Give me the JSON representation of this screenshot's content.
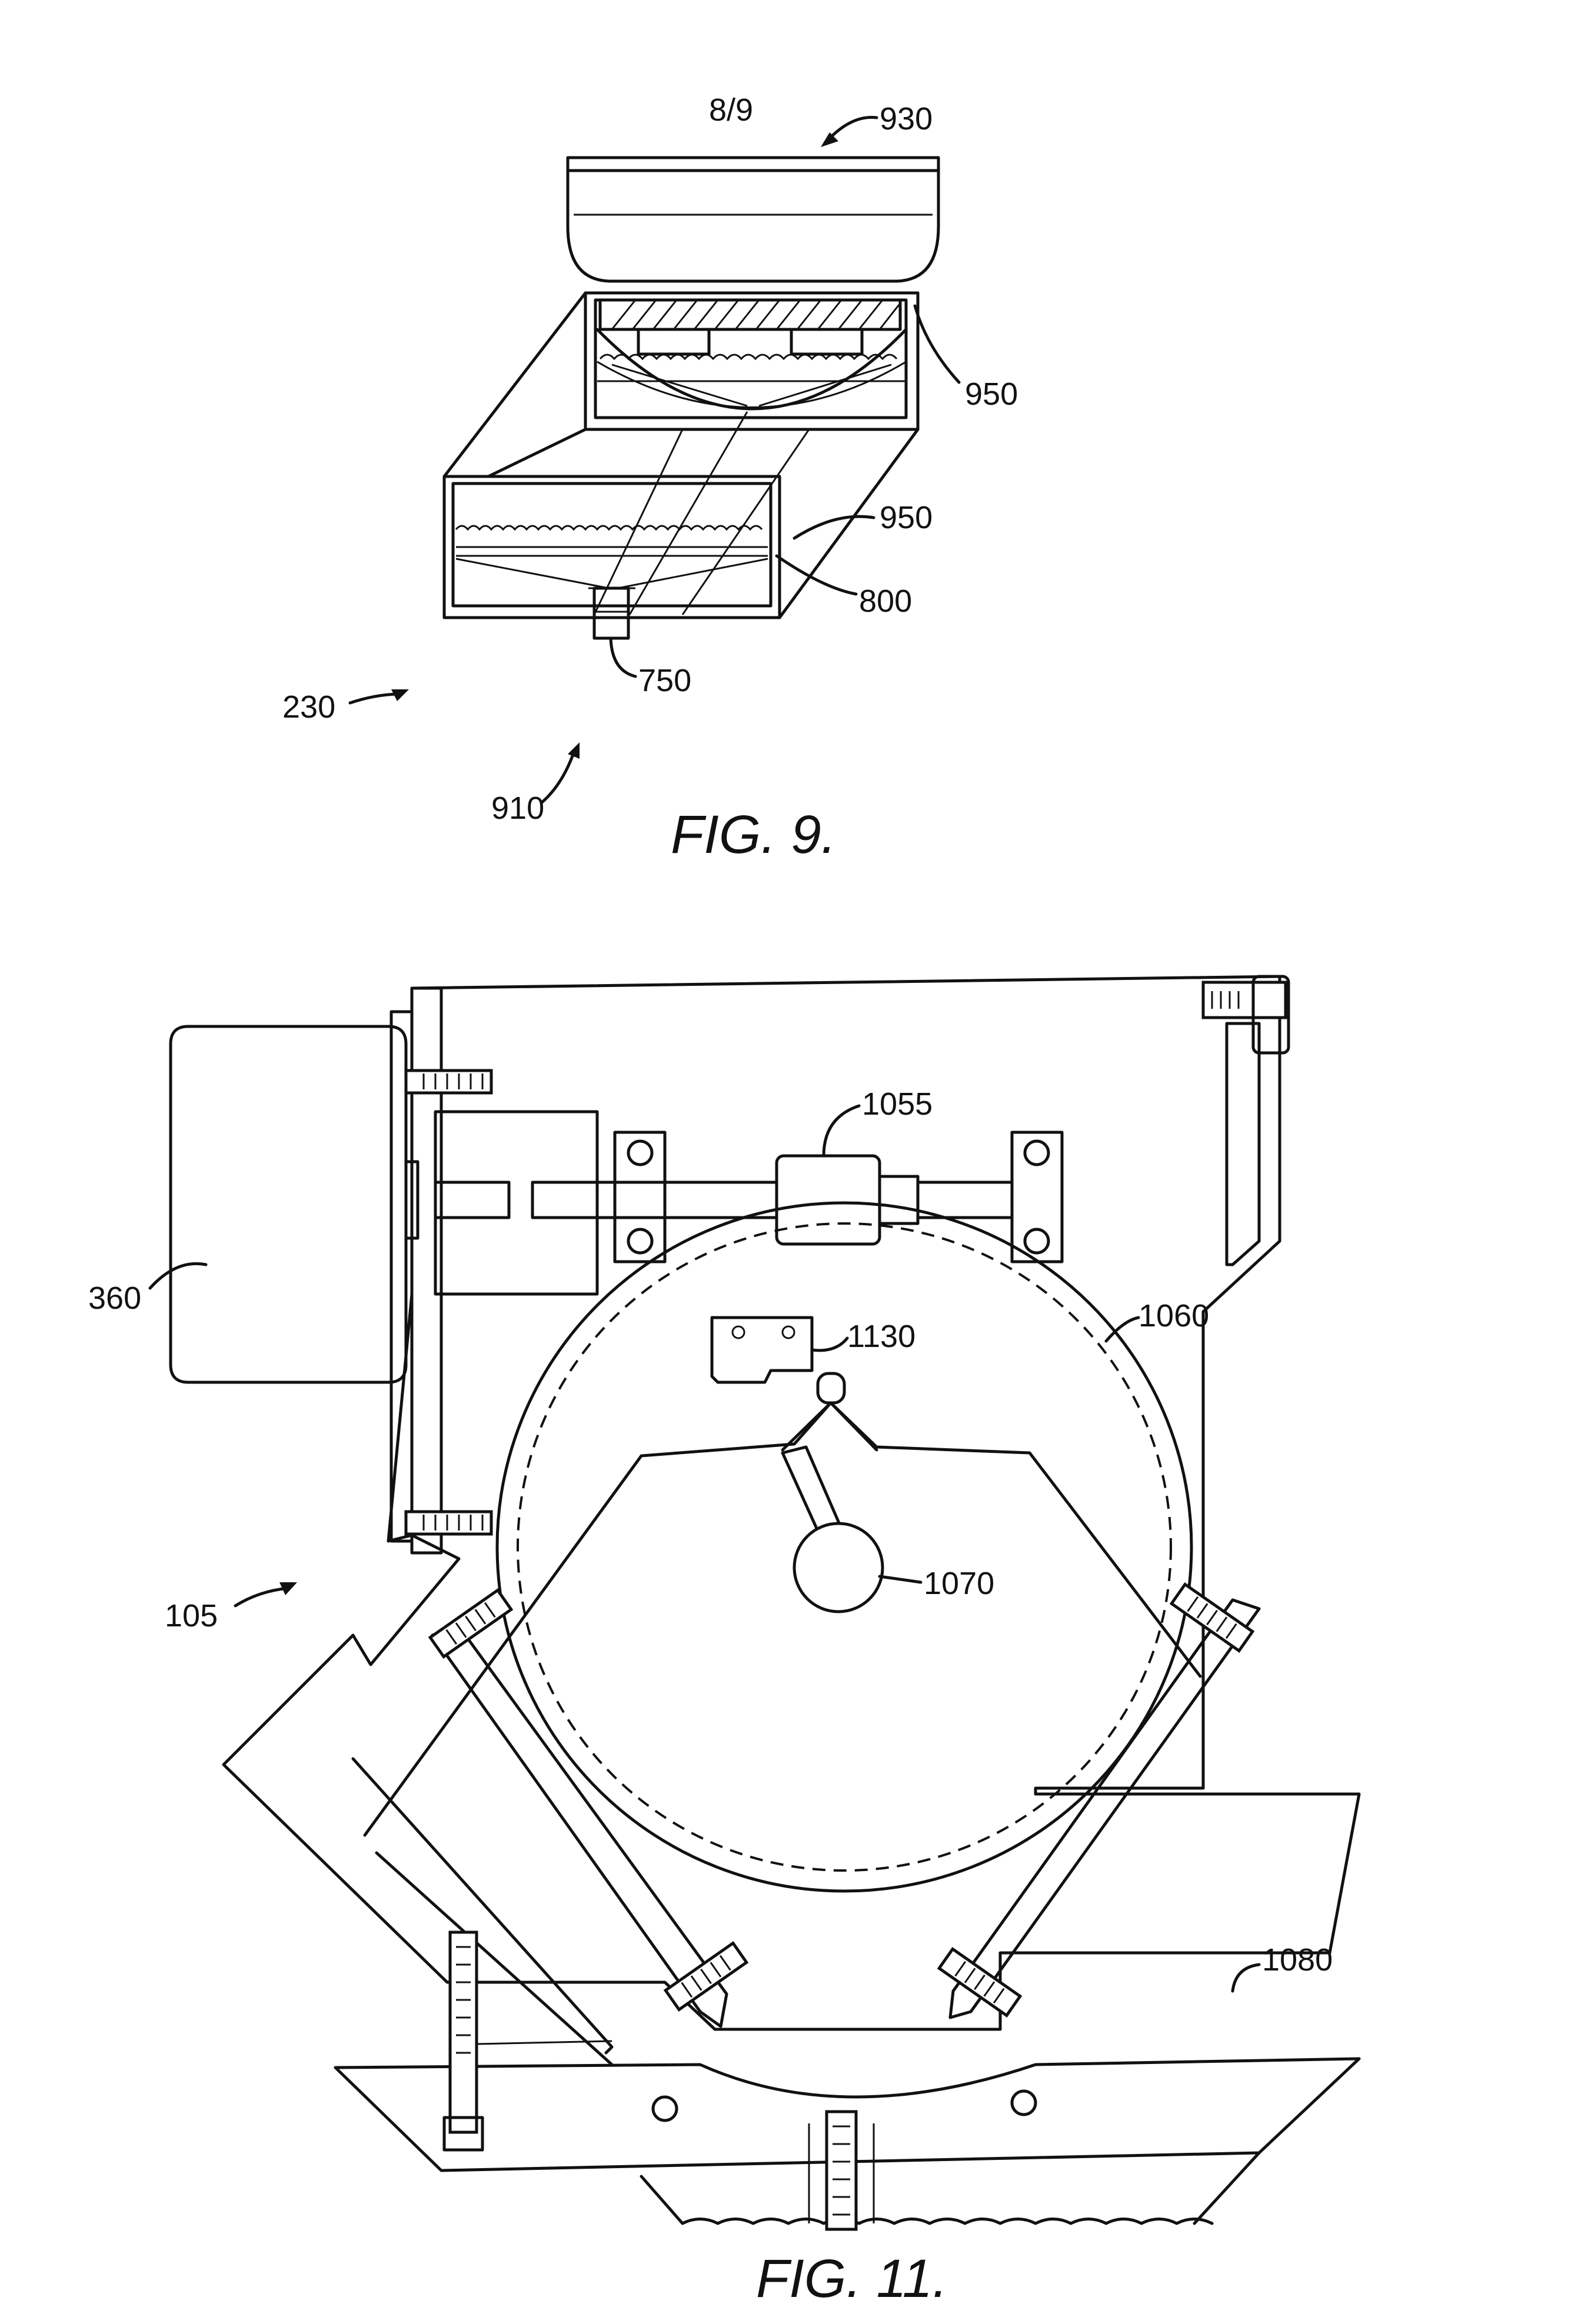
{
  "page_number": "8/9",
  "figures": [
    {
      "caption": "FIG. 9.",
      "labels": [
        "930",
        "950",
        "950",
        "800",
        "750",
        "230",
        "910"
      ]
    },
    {
      "caption": "FIG. 11.",
      "labels": [
        "1055",
        "360",
        "1130",
        "1060",
        "1070",
        "105",
        "1080"
      ]
    }
  ]
}
